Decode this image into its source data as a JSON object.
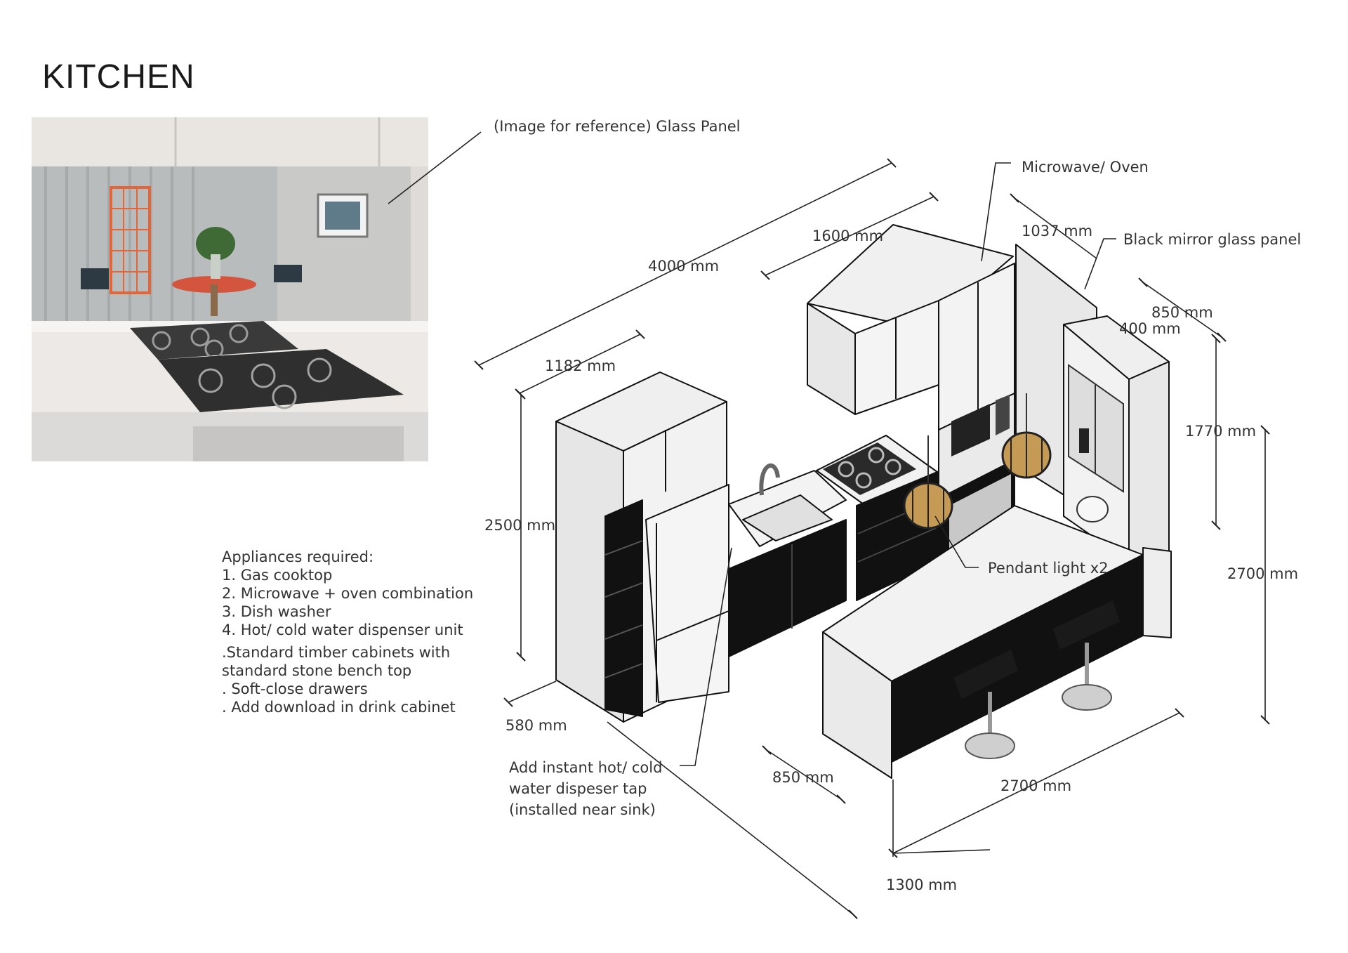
{
  "page": {
    "title": "KITCHEN"
  },
  "reference": {
    "caption": "(Image for reference) Glass Panel"
  },
  "notes": {
    "appliances_heading": "Appliances required:",
    "appliances": [
      "1. Gas cooktop",
      "2. Microwave + oven combination",
      "3. Dish washer",
      "4. Hot/ cold water dispenser unit"
    ],
    "extras": [
      ".Standard timber cabinets with",
      " standard stone bench top",
      ". Soft-close drawers",
      ". Add download in drink cabinet"
    ]
  },
  "callouts": {
    "microwave_oven": "Microwave/ Oven",
    "black_mirror": "Black mirror glass panel",
    "pendant": "Pendant light x2",
    "tap_line1": "Add instant hot/ cold",
    "tap_line2": "water dispeser tap",
    "tap_line3": "(installed near sink)"
  },
  "dimensions": {
    "d4000": "4000 mm",
    "d1600": "1600 mm",
    "d1037": "1037 mm",
    "d850_top": "850 mm",
    "d400": "400 mm",
    "d1182": "1182 mm",
    "d1770": "1770 mm",
    "d2500": "2500 mm",
    "d2700_h": "2700 mm",
    "d580": "580 mm",
    "d850_bottom": "850 mm",
    "d2700_w": "2700 mm",
    "d1300": "1300 mm"
  },
  "colors": {
    "line": "#222222",
    "cabinet_white": "#eeeeee",
    "cabinet_black": "#111111",
    "text": "#333333"
  }
}
